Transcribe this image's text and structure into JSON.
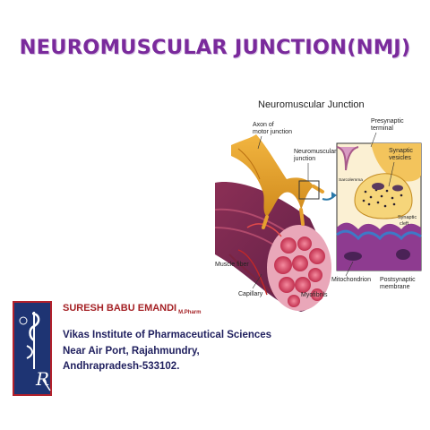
{
  "slide": {
    "title": "NEUROMUSCULAR JUNCTION(NMJ)"
  },
  "figure": {
    "heading": "Neuromuscular Junction",
    "labels": {
      "axon": [
        "Axon of",
        "motor junction"
      ],
      "nmj": [
        "Neuromuscular",
        "junction"
      ],
      "presynaptic": [
        "Presynaptic",
        "terminal"
      ],
      "vesicles": [
        "Synaptic",
        "vesicles"
      ],
      "sarcolemma": "Sarcolemma",
      "cleft": [
        "Synaptic",
        "cleft"
      ],
      "muscle_fiber": "Muscle fiber",
      "capillary": "Capillary",
      "myofibrils": "Myofibrils",
      "mitochondrion": "Mitochondrion",
      "postsynaptic": [
        "Postsynaptic",
        "membrane"
      ]
    }
  },
  "author": {
    "name": "SURESH BABU EMANDI",
    "degree": "M.Pharm"
  },
  "institution": {
    "lines": [
      "Vikas  Institute of Pharmaceutical Sciences",
      "Near Air Port, Rajahmundry,",
      "Andhrapradesh-533102."
    ]
  },
  "colors": {
    "title": "#7a2a9c",
    "author": "#a52226",
    "institution": "#1f1f5e",
    "logo_bg": "#1e3473",
    "logo_border": "#b3212b"
  }
}
